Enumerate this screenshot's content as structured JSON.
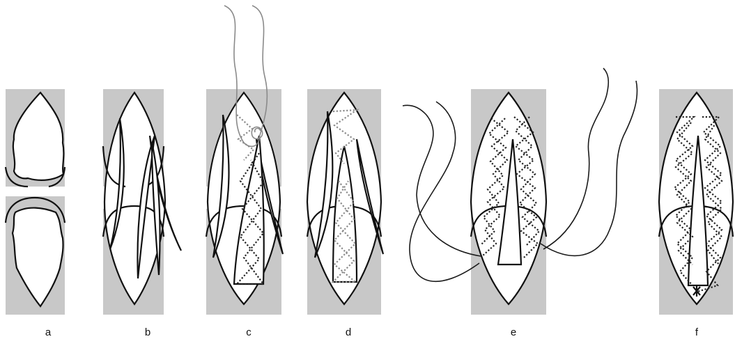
{
  "panels": [
    {
      "id": "a",
      "label": "a"
    },
    {
      "id": "b",
      "label": "b"
    },
    {
      "id": "c",
      "label": "c"
    },
    {
      "id": "d",
      "label": "d"
    },
    {
      "id": "e",
      "label": "e"
    },
    {
      "id": "f",
      "label": "f"
    }
  ],
  "colors": {
    "tendon": "#c8c8c8",
    "outline": "#111111",
    "suture": "#1a1a1a",
    "suture_grey": "#8a8a8a"
  }
}
